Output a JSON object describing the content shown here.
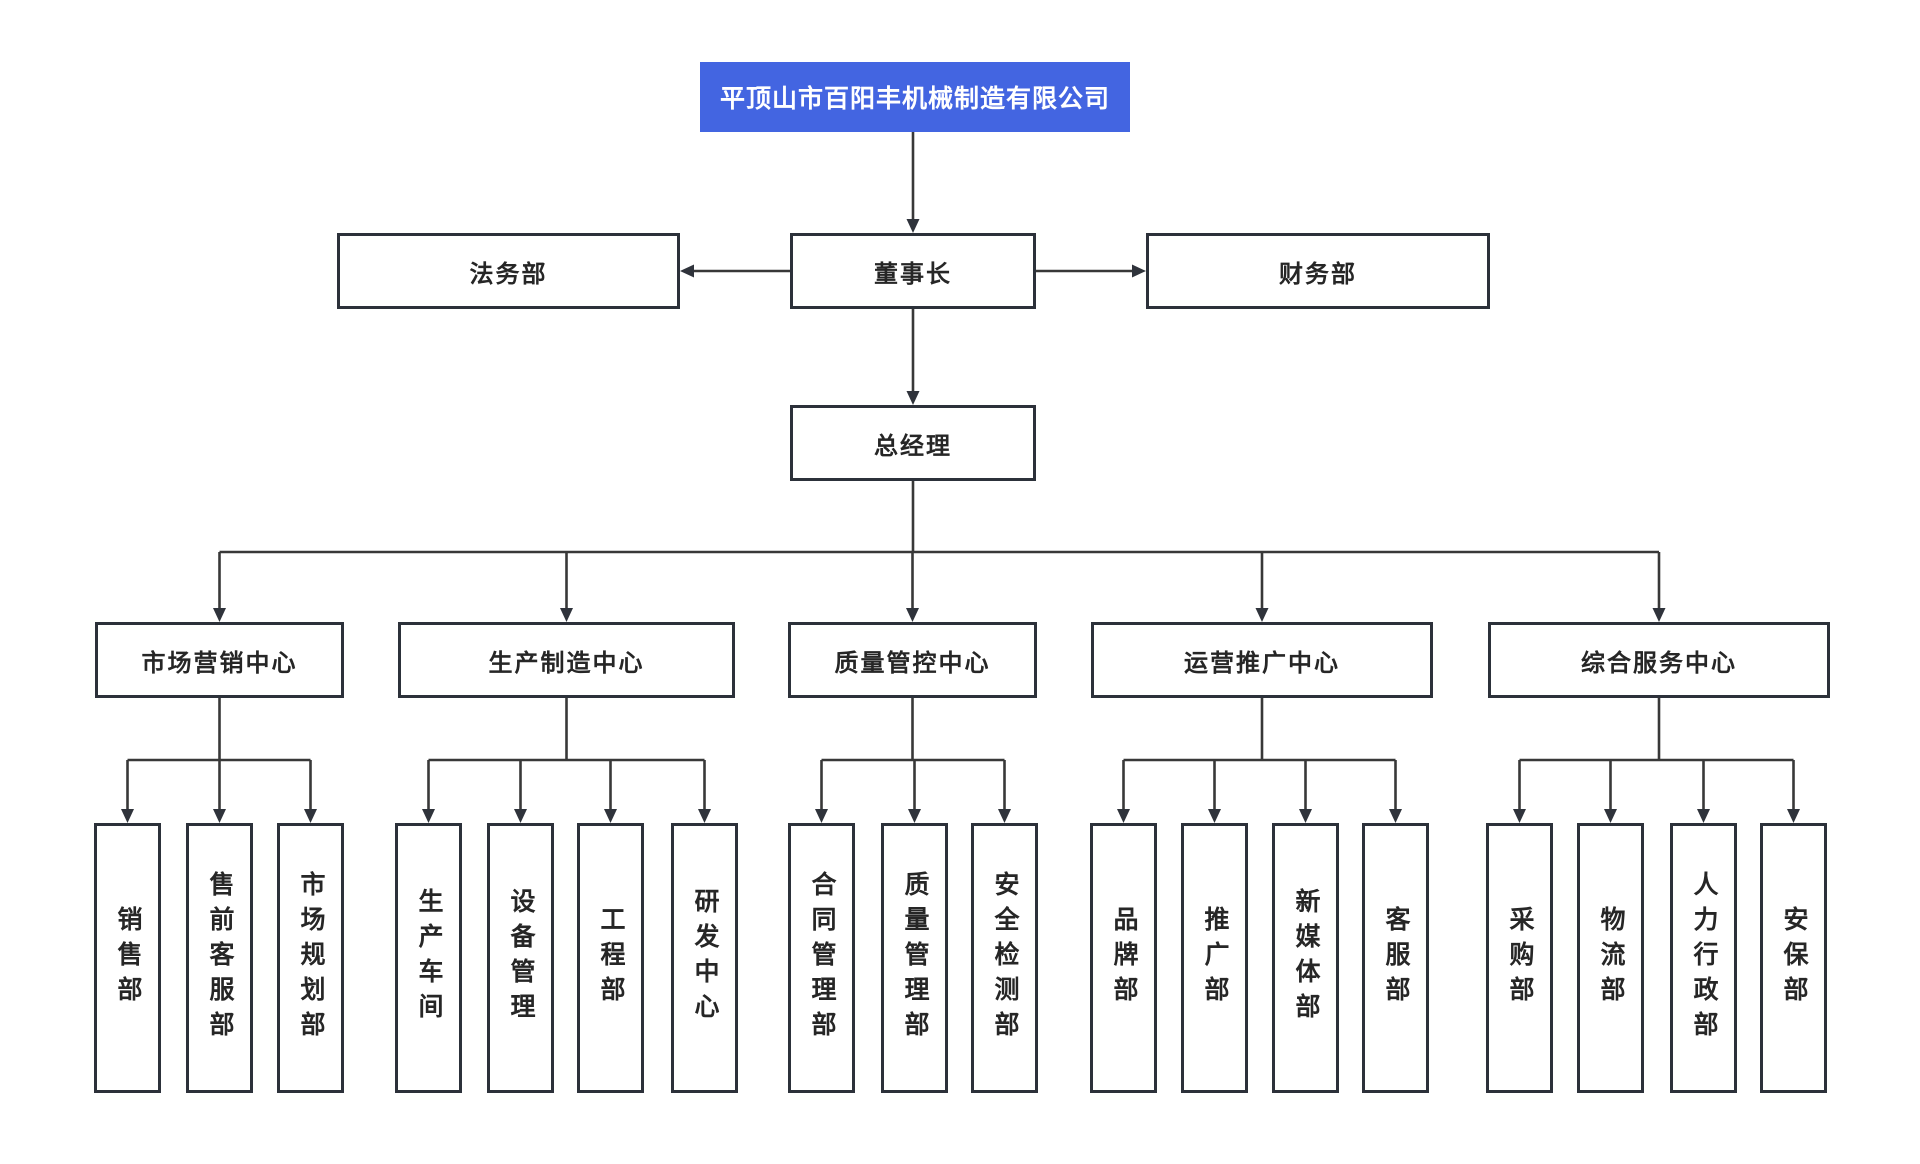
{
  "org_chart": {
    "company": {
      "label": "平顶山市百阳丰机械制造有限公司"
    },
    "executives": {
      "legal": {
        "label": "法务部"
      },
      "chairman": {
        "label": "董事长"
      },
      "finance": {
        "label": "财务部"
      },
      "general_manager": {
        "label": "总经理"
      }
    },
    "centers": [
      {
        "label": "市场营销中心",
        "departments": [
          "销售部",
          "售前客服部",
          "市场规划部"
        ]
      },
      {
        "label": "生产制造中心",
        "departments": [
          "生产车间",
          "设备管理",
          "工程部",
          "研发中心"
        ]
      },
      {
        "label": "质量管控中心",
        "departments": [
          "合同管理部",
          "质量管理部",
          "安全检测部"
        ]
      },
      {
        "label": "运营推广中心",
        "departments": [
          "品牌部",
          "推广部",
          "新媒体部",
          "客服部"
        ]
      },
      {
        "label": "综合服务中心",
        "departments": [
          "采购部",
          "物流部",
          "人力行政部",
          "安保部"
        ]
      }
    ],
    "colors": {
      "title_background": "#4365E1",
      "title_text": "#ffffff",
      "box_background": "#ffffff",
      "box_border": "#2c313a",
      "box_text": "#262626",
      "connector_line": "#383838",
      "arrowhead": "#2f333b",
      "page_background": "#ffffff"
    }
  }
}
